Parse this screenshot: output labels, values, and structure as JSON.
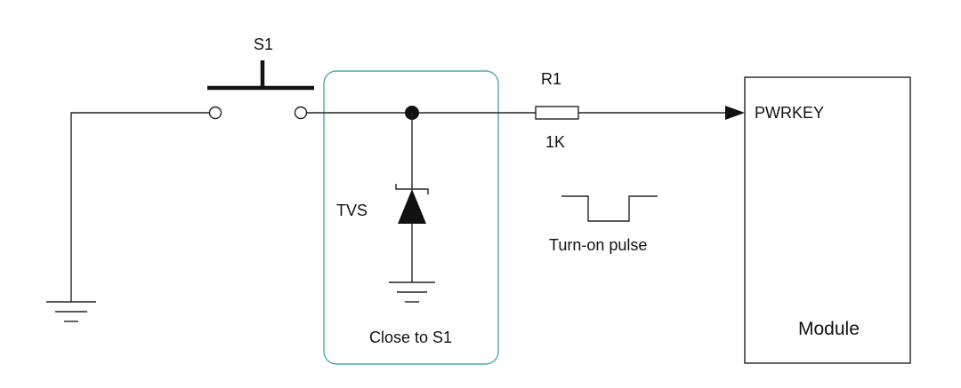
{
  "labels": {
    "switch": "S1",
    "resistor": "R1",
    "resistor_value": "1K",
    "pin": "PWRKEY",
    "diode": "TVS",
    "pulse": "Turn-on pulse",
    "box_note": "Close to S1",
    "module": "Module"
  },
  "colors": {
    "wire": "#222222",
    "highlight_box": "#4fa9b3"
  }
}
